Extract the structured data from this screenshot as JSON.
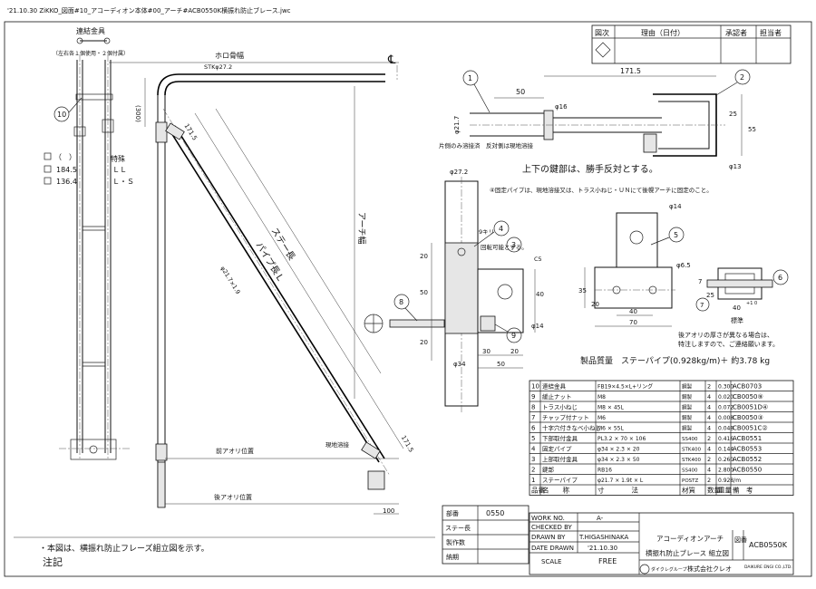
{
  "header": {
    "file_path": "'21.10.30 ZiKKO_図面#10_アコーディオン本体#00_アーチ#ACB0550K横振れ防止ブレース.jwc"
  },
  "revision_table": {
    "headers": [
      "図次",
      "理由（日付）",
      "承認者",
      "担当者"
    ]
  },
  "connector_detail": {
    "title": "連結金具",
    "note": "（左右各１個使用・２個付属）",
    "length_labels": [
      "（　）",
      "184.5",
      "136.4"
    ],
    "special_header": "特殊",
    "special_values": [
      "ＬＬ",
      "Ｌ・Ｓ"
    ]
  },
  "front_view": {
    "labels": {
      "horo_width": "ホロ骨幅",
      "stk": "STKφ27.2",
      "dim_300": "(300)",
      "dim_171_5": "171.5",
      "stay_length": "ステー長",
      "pipe_length": "パイプ長Ｌ",
      "arch_width": "アーチ幅",
      "pipe_spec": "φ21.7×1.9",
      "field_weld_top": "現地溶接",
      "front_aori": "前アオリ位置",
      "rear_aori": "後アオリ位置",
      "dim_100": "100",
      "dim_171_5_low": "171.5"
    },
    "balloon_10": "10"
  },
  "part_detail": {
    "balloons": [
      "1",
      "2",
      "3",
      "4",
      "5",
      "6",
      "7",
      "8",
      "9"
    ],
    "labels": {
      "dim_171_5": "171.5",
      "dim_50": "50",
      "dim_phi_21_7": "φ21.7",
      "dim_phi_16": "φ16",
      "dim_25": "25",
      "dim_55": "55",
      "dim_phi_13": "φ13",
      "weld_note": "片側のみ溶接済　反対側は現地溶接",
      "hook_note": "上下の鍵部は、勝手反対とする。",
      "fix_note": "④固定パイプは、現地溶接又は、トラス小ねじ・ＵＮにて後幌アーチに固定のこと。",
      "phi_27_2": "φ27.2",
      "hole_9": "9キリ",
      "rotate_note": "回転可能とする。",
      "c5": "C5",
      "dim_20a": "20",
      "dim_20b": "20",
      "dim_50v": "50",
      "dim_20c": "20",
      "dim_40": "40",
      "dim_phi_14": "φ14",
      "dim_30": "30",
      "dim_20d": "20",
      "dim_50h": "50",
      "dim_phi_34": "φ34",
      "plate_phi_14": "φ14",
      "plate_phi_6_5": "φ6.5",
      "plate_35": "35",
      "plate_20": "20",
      "plate_40": "40",
      "plate_70": "70",
      "clip_7": "7",
      "clip_25": "25",
      "clip_40": "40",
      "clip_tol": "+1\n0",
      "standard": "標準",
      "aori_note_1": "後アオリの厚さが異なる場合は、",
      "aori_note_2": "特注しますので、ご連絡願います。",
      "mass_note": "製品質量　ステーパイプ(0.928kg/m)＋ 約3.78 kg"
    }
  },
  "parts_list": {
    "headers": [
      "品番",
      "名　　称",
      "寸　　　　法",
      "材質",
      "数量",
      "重量",
      "備　考"
    ],
    "rows": [
      {
        "no": "10",
        "name": "連結金具",
        "size": "FB19×4.5×L+リング",
        "material": "鋼製",
        "qty": "2",
        "weight": "0.300",
        "code": "ACB0703"
      },
      {
        "no": "9",
        "name": "緩止ナット",
        "size": "M8",
        "material": "鋼製",
        "qty": "4",
        "weight": "0.020",
        "code": "CB0050⑨"
      },
      {
        "no": "8",
        "name": "トラス小ねじ",
        "size": "M8 × 45L",
        "material": "鋼製",
        "qty": "4",
        "weight": "0.072",
        "code": "CB0051D④"
      },
      {
        "no": "7",
        "name": "チャップ付ナット",
        "size": "M6",
        "material": "鋼製",
        "qty": "4",
        "weight": "0.008",
        "code": "CB0050③"
      },
      {
        "no": "6",
        "name": "十字穴付きなべ小ねじ",
        "size": "M6 × 55L",
        "material": "鋼製",
        "qty": "4",
        "weight": "0.048",
        "code": "CB0051C②"
      },
      {
        "no": "5",
        "name": "下部取付金具",
        "size": "PL3.2 × 70 × 106",
        "material": "SS400",
        "qty": "2",
        "weight": "0.416",
        "code": "ACB0551"
      },
      {
        "no": "4",
        "name": "固定パイプ",
        "size": "φ34 × 2.3 × 20",
        "material": "STK400",
        "qty": "4",
        "weight": "0.144",
        "code": "ACB0553"
      },
      {
        "no": "3",
        "name": "上部取付金具",
        "size": "φ34 × 2.3 × 50",
        "material": "STK400",
        "qty": "2",
        "weight": "0.260",
        "code": "ACB0552"
      },
      {
        "no": "2",
        "name": "鍵部",
        "size": "RB16",
        "material": "SS400",
        "qty": "4",
        "weight": "2.800",
        "code": "ACB0550"
      },
      {
        "no": "1",
        "name": "ステーパイプ",
        "size": "φ21.7 × 1.9t × L",
        "material": "POSTZ",
        "qty": "2",
        "weight": "0.928/m",
        "code": ""
      }
    ]
  },
  "stamp_box": {
    "rows": [
      {
        "label": "部番",
        "value": "0550"
      },
      {
        "label": "ステー長",
        "value": ""
      },
      {
        "label": "製作数",
        "value": ""
      },
      {
        "label": "納期",
        "value": ""
      }
    ]
  },
  "title_block": {
    "work_no_label": "WORK NO.",
    "work_no": "A-",
    "checked_by_label": "CHECKED BY",
    "drawn_by_label": "DRAWN BY",
    "drawn_by": "T.HIGASHINAKA",
    "date_label": "DATE DRAWN",
    "date": "'21.10.30",
    "scale_label": "SCALE",
    "scale": "FREE",
    "title_line1": "アコーディオンアーチ",
    "title_line2": "横振れ防止ブレース 組立図",
    "drawing_no_label": "図番",
    "drawing_no": "ACB0550K",
    "company": "株式会社クレオ",
    "group": "ダイクレグループ",
    "company_en": "DAIKURE ENGI CO.,LTD."
  },
  "notes": {
    "main_note": "・本図は、横振れ防止フレーズ組立図を示す。",
    "note_label": "注記"
  }
}
